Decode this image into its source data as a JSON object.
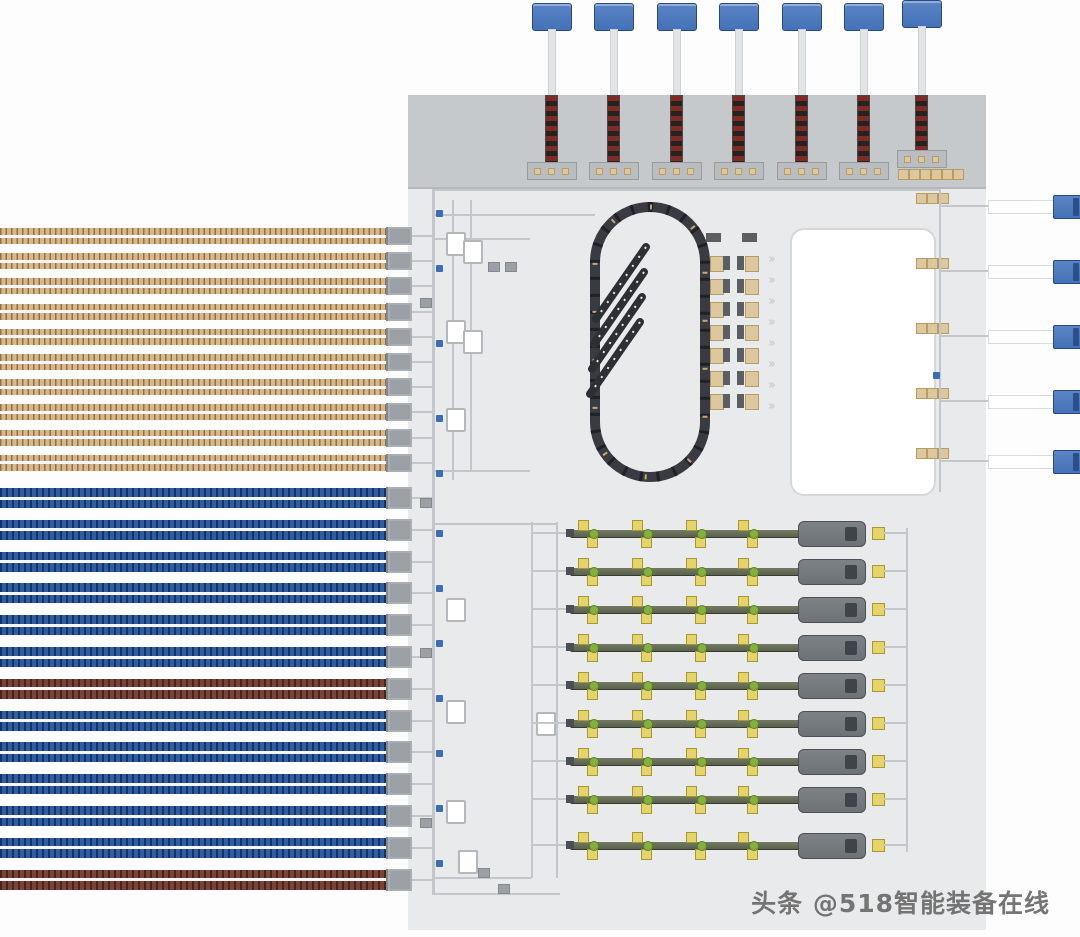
{
  "watermark": {
    "text": "头条 @518智能装备在线"
  },
  "scene": {
    "name": "automated-warehouse-3d-layout",
    "top_docks": {
      "count": 7
    },
    "right_docks": {
      "count": 5
    },
    "pallet_racks": {
      "rows": 10
    },
    "tote_racks": {
      "rows": 13,
      "maroon_row_indexes": [
        6,
        12
      ]
    },
    "sorter_loop": {
      "chute_count": 4
    },
    "transfer_stations": {
      "columns": 2,
      "per_column": 7,
      "chevron_count": 8
    },
    "pick_stations": {
      "count": 9,
      "modules_per_line": 4
    }
  },
  "colors": {
    "floor": "#e9eaeb",
    "dock_band": "#c6c9cc",
    "truck_blue": "#4472b8",
    "inbound_conveyor_red": "#7d2b24",
    "pallet_tan": "#d8b88a",
    "tote_blue": "#2e5da4",
    "rack_maroon": "#7b4338",
    "sorter_dark": "#383c42",
    "pick_line_olive": "#59604d",
    "station_yellow": "#e5d469",
    "station_green": "#84b13c",
    "machine_gray": "#6d7277",
    "line_gray": "#c3c6ca",
    "buffer_tan": "#ddc79d"
  }
}
